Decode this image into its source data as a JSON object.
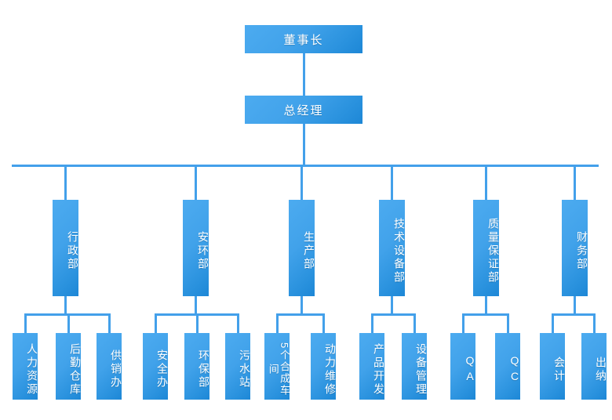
{
  "chart_data": {
    "type": "diagram",
    "subtype": "organization-chart",
    "orientation": "top-down",
    "accent_color": "#43a0ea",
    "box_gradient_from": "#4cabf0",
    "box_gradient_to": "#1d87d6",
    "text_color": "#ffffff",
    "levels": 4,
    "nodes": {
      "chairman": "董事长",
      "general_manager": "总经理",
      "departments": [
        "行政部",
        "安环部",
        "生产部",
        "技术设备部",
        "质量保证部",
        "财务部"
      ],
      "sub_units": {
        "行政部": [
          "人力资源",
          "后勤仓库",
          "供销办"
        ],
        "安环部": [
          "安全办",
          "环保部",
          "污水站"
        ],
        "生产部": [
          "5个合成车间",
          "动力维修"
        ],
        "技术设备部": [
          "产品开发",
          "设备管理"
        ],
        "质量保证部": [
          "QA",
          "QC"
        ],
        "财务部": [
          "会计",
          "出纳"
        ]
      }
    }
  },
  "org": {
    "top": {
      "chairman": "董事长",
      "general_manager": "总经理"
    },
    "departments": [
      {
        "label": "行政部",
        "children": [
          {
            "label": "人力资源"
          },
          {
            "label": "后勤仓库"
          },
          {
            "label": "供销办"
          }
        ]
      },
      {
        "label": "安环部",
        "children": [
          {
            "label": "安全办"
          },
          {
            "label": "环保部"
          },
          {
            "label": "污水站"
          }
        ]
      },
      {
        "label": "生产部",
        "children": [
          {
            "label": "5个合成车间"
          },
          {
            "label": "动力维修"
          }
        ]
      },
      {
        "label": "技术设备部",
        "children": [
          {
            "label": "产品开发"
          },
          {
            "label": "设备管理"
          }
        ]
      },
      {
        "label": "质量保证部",
        "children": [
          {
            "label": "QA"
          },
          {
            "label": "QC"
          }
        ]
      },
      {
        "label": "财务部",
        "children": [
          {
            "label": "会计"
          },
          {
            "label": "出纳"
          }
        ]
      }
    ]
  }
}
